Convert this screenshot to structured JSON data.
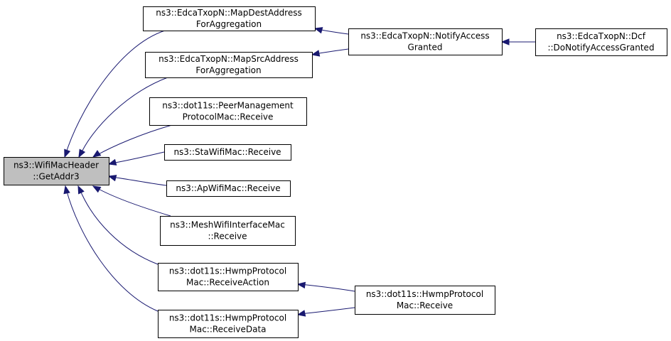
{
  "nodes": [
    {
      "id": "root",
      "lines": [
        "ns3::WifiMacHeader",
        "::GetAddr3"
      ],
      "highlighted": true
    },
    {
      "id": "map_dest",
      "lines": [
        "ns3::EdcaTxopN::MapDestAddress",
        "ForAggregation"
      ]
    },
    {
      "id": "map_src",
      "lines": [
        "ns3::EdcaTxopN::MapSrcAddress",
        "ForAggregation"
      ]
    },
    {
      "id": "peer_mgmt",
      "lines": [
        "ns3::dot11s::PeerManagement",
        "ProtocolMac::Receive"
      ]
    },
    {
      "id": "sta",
      "lines": [
        "ns3::StaWifiMac::Receive"
      ]
    },
    {
      "id": "ap",
      "lines": [
        "ns3::ApWifiMac::Receive"
      ]
    },
    {
      "id": "mesh",
      "lines": [
        "ns3::MeshWifiInterfaceMac",
        "::Receive"
      ]
    },
    {
      "id": "hwmp_action",
      "lines": [
        "ns3::dot11s::HwmpProtocol",
        "Mac::ReceiveAction"
      ]
    },
    {
      "id": "hwmp_data",
      "lines": [
        "ns3::dot11s::HwmpProtocol",
        "Mac::ReceiveData"
      ]
    },
    {
      "id": "notify",
      "lines": [
        "ns3::EdcaTxopN::NotifyAccess",
        "Granted"
      ]
    },
    {
      "id": "dcf",
      "lines": [
        "ns3::EdcaTxopN::Dcf",
        "::DoNotifyAccessGranted"
      ]
    },
    {
      "id": "hwmp_receive",
      "lines": [
        "ns3::dot11s::HwmpProtocol",
        "Mac::Receive"
      ]
    }
  ],
  "edges": [
    {
      "from": "map_dest",
      "to": "root"
    },
    {
      "from": "map_src",
      "to": "root"
    },
    {
      "from": "peer_mgmt",
      "to": "root"
    },
    {
      "from": "sta",
      "to": "root"
    },
    {
      "from": "ap",
      "to": "root"
    },
    {
      "from": "mesh",
      "to": "root"
    },
    {
      "from": "hwmp_action",
      "to": "root"
    },
    {
      "from": "hwmp_data",
      "to": "root"
    },
    {
      "from": "notify",
      "to": "map_dest"
    },
    {
      "from": "notify",
      "to": "map_src"
    },
    {
      "from": "dcf",
      "to": "notify"
    },
    {
      "from": "hwmp_receive",
      "to": "hwmp_action"
    },
    {
      "from": "hwmp_receive",
      "to": "hwmp_data"
    }
  ],
  "colors": {
    "edge": "#191970",
    "root_fill": "#bfbfbf",
    "node_fill": "#ffffff"
  }
}
